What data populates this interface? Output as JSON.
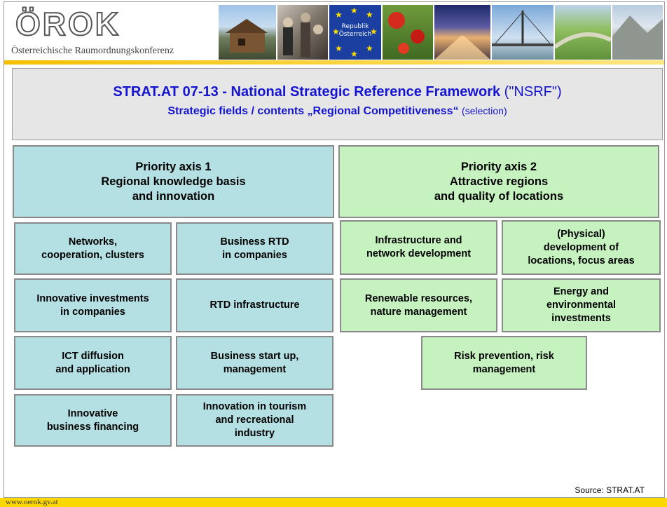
{
  "header": {
    "logo": "ÖROK",
    "subtitle": "Österreichische Raumordnungskonferenz",
    "flag_text": "Republik Österreich"
  },
  "title": {
    "line1_bold": "STRAT.AT 07-13 - National Strategic Reference Framework",
    "line1_normal": "(\"NSRF\")",
    "line2_bold": "Strategic fields / contents „Regional Competitiveness“",
    "line2_normal": "(selection)"
  },
  "axis1": {
    "title": "Priority axis 1\nRegional knowledge basis\nand innovation",
    "items": [
      "Networks,\ncooperation, clusters",
      "Business RTD\nin companies",
      "Innovative investments\nin companies",
      "RTD infrastructure",
      "ICT diffusion\nand application",
      "Business start up,\nmanagement",
      "Innovative\nbusiness financing",
      "Innovation in tourism\nand recreational\nindustry"
    ]
  },
  "axis2": {
    "title": "Priority axis 2\nAttractive regions\nand quality of  locations",
    "items": [
      "Infrastructure and\nnetwork development",
      "(Physical)\ndevelopment of\nlocations, focus areas",
      "Renewable resources,\nnature management",
      "Energy and\nenvironmental\ninvestments",
      "Risk prevention, risk\nmanagement"
    ]
  },
  "source": "Source: STRAT.AT",
  "footer": "www.oerok.gv.at",
  "colors": {
    "axis1_bg": "#b4dfe3",
    "axis2_bg": "#c6f2c0",
    "title_text": "#1515d0",
    "footer_bar": "#fdd800"
  }
}
